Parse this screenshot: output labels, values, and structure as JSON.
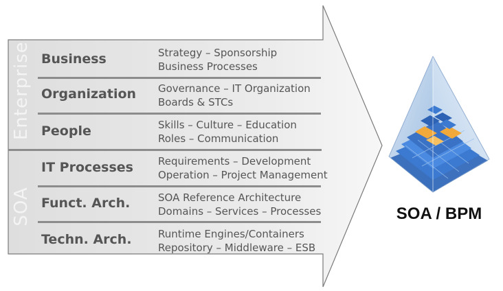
{
  "groups": {
    "enterprise": "Enterprise",
    "soa": "SOA"
  },
  "rows": [
    {
      "title": "Business",
      "line1": "Strategy – Sponsorship",
      "line2": "Business Processes"
    },
    {
      "title": "Organization",
      "line1": "Governance – IT Organization",
      "line2": "Boards & STCs"
    },
    {
      "title": "People",
      "line1": "Skills – Culture – Education",
      "line2": "Roles – Communication"
    },
    {
      "title": "IT Processes",
      "line1": "Requirements – Development",
      "line2": "Operation – Project Management"
    },
    {
      "title": "Funct. Arch.",
      "line1": "SOA Reference Architecture",
      "line2": "Domains – Services – Processes"
    },
    {
      "title": "Techn. Arch.",
      "line1": "Runtime Engines/Containers",
      "line2": "Repository – Middleware – ESB"
    }
  ],
  "pyramid": {
    "caption": "SOA / BPM"
  },
  "colors": {
    "arrow_fill": "#e4e4e4",
    "arrow_stroke": "#7a7a7a",
    "text": "#555555",
    "pyramid_blue": "#3a78c8",
    "pyramid_orange": "#f2a93b"
  }
}
